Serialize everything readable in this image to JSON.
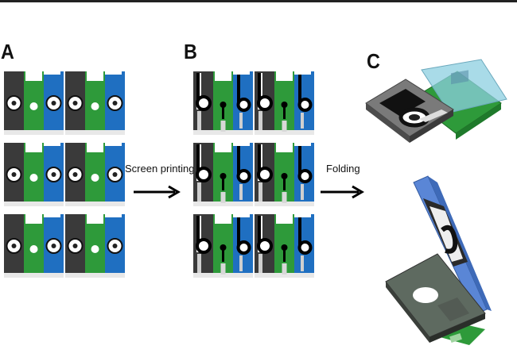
{
  "panels": {
    "a": {
      "letter": "A"
    },
    "b": {
      "letter": "B"
    },
    "c": {
      "letter": "C"
    }
  },
  "steps": {
    "screen_printing": "Screen printing",
    "folding": "Folding"
  },
  "sheet_a": {
    "rows": 3,
    "units_per_row": 2
  },
  "sheet_b": {
    "rows": 3,
    "units_per_row": 2
  },
  "colors": {
    "dark_panel": "#3a3a3a",
    "green_panel": "#2e9a3a",
    "blue_panel": "#1f6fc1",
    "white": "#ffffff",
    "black": "#000000"
  }
}
